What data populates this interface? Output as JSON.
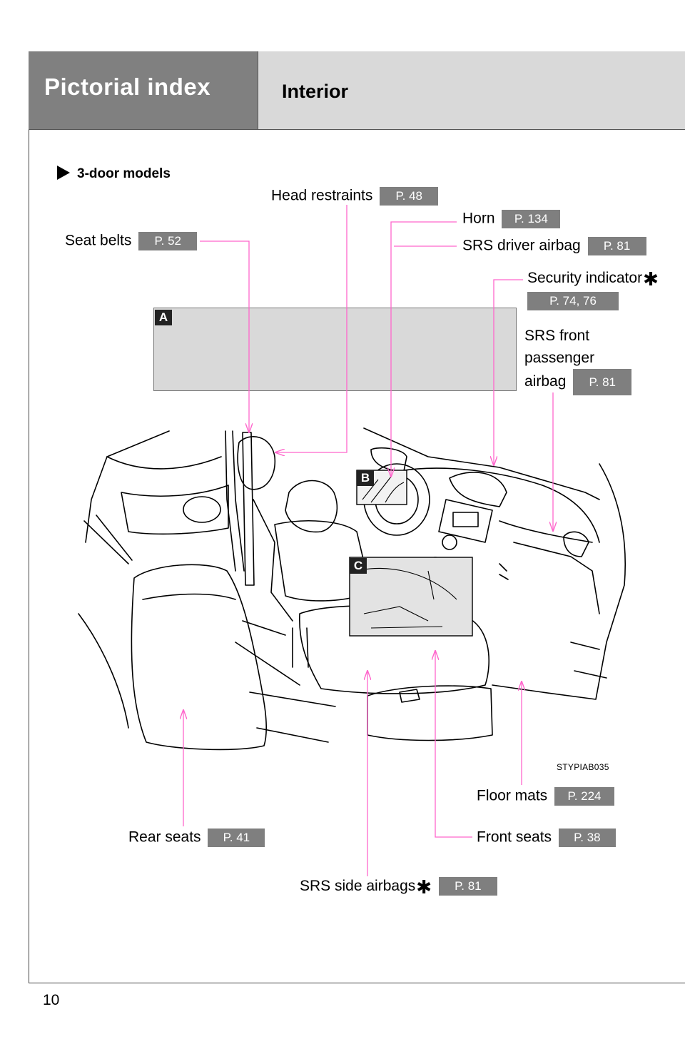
{
  "header": {
    "title": "Pictorial index",
    "subtitle": "Interior"
  },
  "section": {
    "title": "3-door models"
  },
  "labels": {
    "head_restraints": {
      "text": "Head restraints",
      "page": "P. 48"
    },
    "horn": {
      "text": "Horn",
      "page": "P. 134"
    },
    "srs_driver_airbag": {
      "text": "SRS driver airbag",
      "page": "P. 81"
    },
    "seat_belts": {
      "text": "Seat belts",
      "page": "P. 52"
    },
    "security_indicator": {
      "text": "Security indicator",
      "page": "P. 74, 76"
    },
    "srs_front_passenger_airbag": {
      "line1": "SRS front",
      "line2": "passenger",
      "line3": "airbag",
      "page": "P. 81"
    },
    "floor_mats": {
      "text": "Floor mats",
      "page": "P. 224"
    },
    "rear_seats": {
      "text": "Rear seats",
      "page": "P. 41"
    },
    "front_seats": {
      "text": "Front seats",
      "page": "P. 38"
    },
    "srs_side_airbags": {
      "text": "SRS side airbags",
      "page": "P. 81"
    }
  },
  "callouts": {
    "a": "A",
    "b": "B",
    "c": "C"
  },
  "asterisk": "✱",
  "image_code": "STYPIAB035",
  "page_number": "10",
  "colors": {
    "leader_line": "#ff66cc",
    "header_dark": "#808080",
    "header_light": "#d9d9d9",
    "badge": "#7f7f7f"
  }
}
